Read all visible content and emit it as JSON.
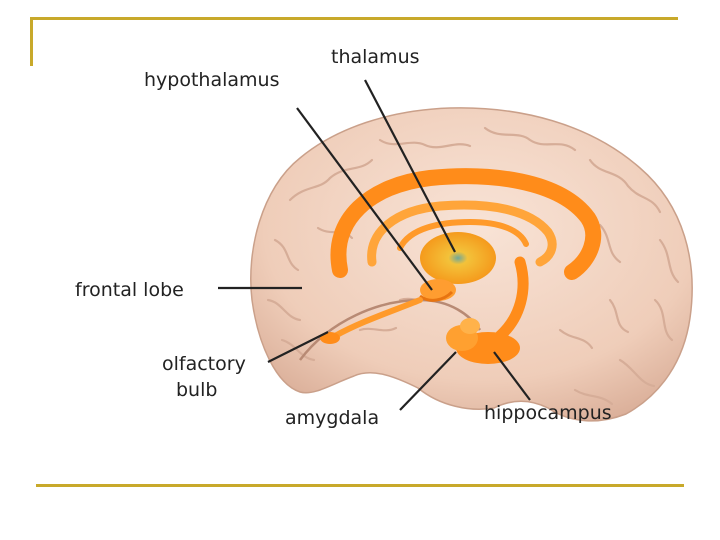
{
  "labels": {
    "thalamus": "thalamus",
    "hypothalamus": "hypothalamus",
    "frontal_lobe": "frontal lobe",
    "olfactory_line1": "olfactory",
    "olfactory_line2": "bulb",
    "amygdala": "amygdala",
    "hippocampus": "hippocampus"
  },
  "colors": {
    "accent_rule": "#c8a92a",
    "brain_tissue": "#f1d4c2",
    "limbic_orange": "#ff8c1a",
    "limbic_highlight": "#ffb24a",
    "leader_line": "#222222"
  }
}
